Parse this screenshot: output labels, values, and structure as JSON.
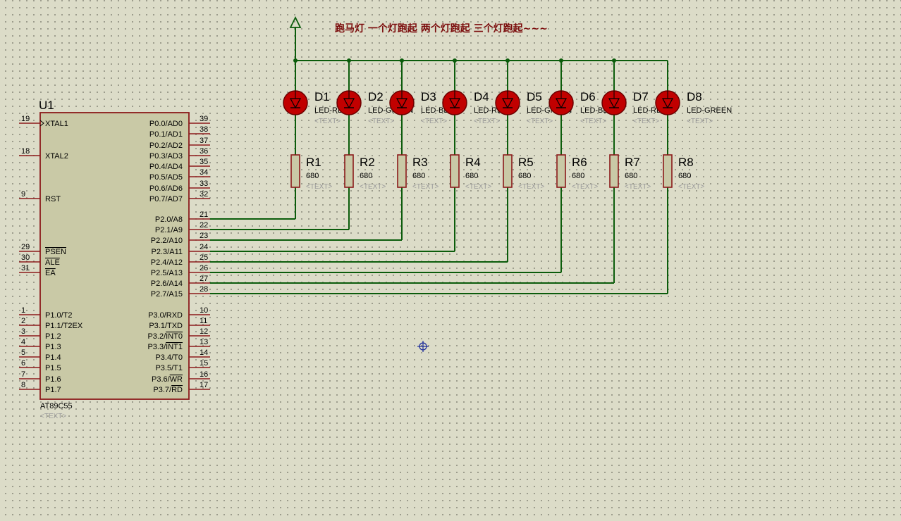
{
  "title": "跑马灯  一个灯跑起  两个灯跑起  三个灯跑起~~~",
  "colors": {
    "wire": "#0b5c0b",
    "pin": "#8b1a1a",
    "chip_fill": "#c9c9a6",
    "led_fill": "#c10000",
    "background": "#dcdcc8"
  },
  "chip": {
    "ref": "U1",
    "part": "AT89C55",
    "text_placeholder": "<TEXT>",
    "left_pins": [
      {
        "num": "19",
        "label": "XTAL1"
      },
      {
        "num": "18",
        "label": "XTAL2"
      },
      {
        "num": "9",
        "label": "RST"
      },
      {
        "num": "29",
        "label": "PSEN"
      },
      {
        "num": "30",
        "label": "ALE"
      },
      {
        "num": "31",
        "label": "EA"
      },
      {
        "num": "1",
        "label": "P1.0/T2"
      },
      {
        "num": "2",
        "label": "P1.1/T2EX"
      },
      {
        "num": "3",
        "label": "P1.2"
      },
      {
        "num": "4",
        "label": "P1.3"
      },
      {
        "num": "5",
        "label": "P1.4"
      },
      {
        "num": "6",
        "label": "P1.5"
      },
      {
        "num": "7",
        "label": "P1.6"
      },
      {
        "num": "8",
        "label": "P1.7"
      }
    ],
    "right_pins": [
      {
        "num": "39",
        "label": "P0.0/AD0"
      },
      {
        "num": "38",
        "label": "P0.1/AD1"
      },
      {
        "num": "37",
        "label": "P0.2/AD2"
      },
      {
        "num": "36",
        "label": "P0.3/AD3"
      },
      {
        "num": "35",
        "label": "P0.4/AD4"
      },
      {
        "num": "34",
        "label": "P0.5/AD5"
      },
      {
        "num": "33",
        "label": "P0.6/AD6"
      },
      {
        "num": "32",
        "label": "P0.7/AD7"
      },
      {
        "num": "21",
        "label": "P2.0/A8"
      },
      {
        "num": "22",
        "label": "P2.1/A9"
      },
      {
        "num": "23",
        "label": "P2.2/A10"
      },
      {
        "num": "24",
        "label": "P2.3/A11"
      },
      {
        "num": "25",
        "label": "P2.4/A12"
      },
      {
        "num": "26",
        "label": "P2.5/A13"
      },
      {
        "num": "27",
        "label": "P2.6/A14"
      },
      {
        "num": "28",
        "label": "P2.7/A15"
      },
      {
        "num": "10",
        "label": "P3.0/RXD"
      },
      {
        "num": "11",
        "label": "P3.1/TXD"
      },
      {
        "num": "12",
        "label": "P3.2/INT0"
      },
      {
        "num": "13",
        "label": "P3.3/INT1"
      },
      {
        "num": "14",
        "label": "P3.4/T0"
      },
      {
        "num": "15",
        "label": "P3.5/T1"
      },
      {
        "num": "16",
        "label": "P3.6/WR"
      },
      {
        "num": "17",
        "label": "P3.7/RD"
      }
    ]
  },
  "leds": [
    {
      "ref": "D1",
      "part": "LED-RED",
      "text": "<TEXT>"
    },
    {
      "ref": "D2",
      "part": "LED-GREEN",
      "text": "<TEXT>"
    },
    {
      "ref": "D3",
      "part": "LED-BLUE",
      "text": "<TEXT>"
    },
    {
      "ref": "D4",
      "part": "LED-RED",
      "text": "<TEXT>"
    },
    {
      "ref": "D5",
      "part": "LED-GREEN",
      "text": "<TEXT>"
    },
    {
      "ref": "D6",
      "part": "LED-BLUE",
      "text": "<TEXT>"
    },
    {
      "ref": "D7",
      "part": "LED-RED",
      "text": "<TEXT>"
    },
    {
      "ref": "D8",
      "part": "LED-GREEN",
      "text": "<TEXT>"
    }
  ],
  "resistors": [
    {
      "ref": "R1",
      "value": "680",
      "text": "<TEXT>"
    },
    {
      "ref": "R2",
      "value": "680",
      "text": "<TEXT>"
    },
    {
      "ref": "R3",
      "value": "680",
      "text": "<TEXT>"
    },
    {
      "ref": "R4",
      "value": "680",
      "text": "<TEXT>"
    },
    {
      "ref": "R5",
      "value": "680",
      "text": "<TEXT>"
    },
    {
      "ref": "R6",
      "value": "680",
      "text": "<TEXT>"
    },
    {
      "ref": "R7",
      "value": "680",
      "text": "<TEXT>"
    },
    {
      "ref": "R8",
      "value": "680",
      "text": "<TEXT>"
    }
  ]
}
